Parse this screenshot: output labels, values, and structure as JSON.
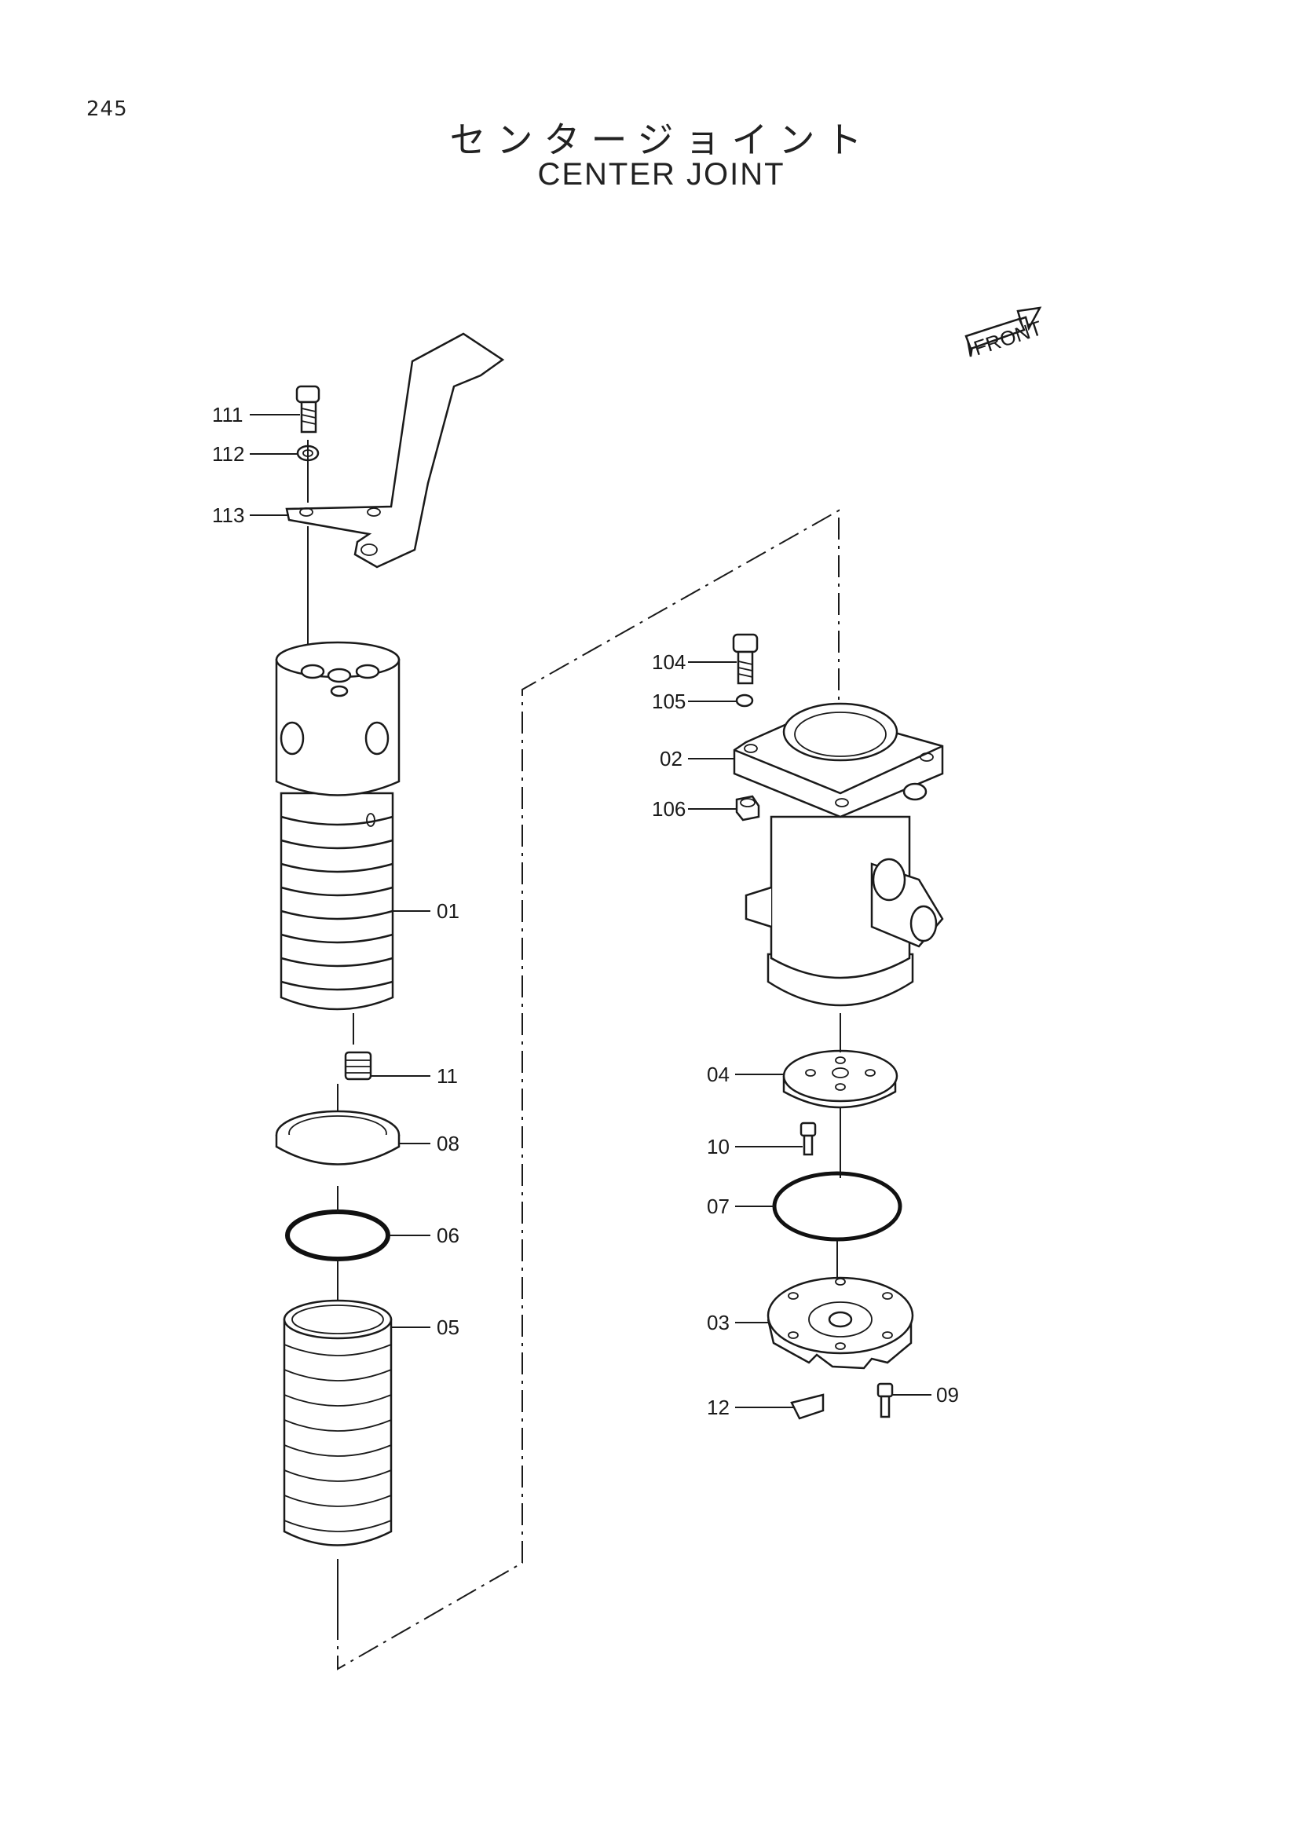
{
  "page_number": "245",
  "title_jp": "センタージョイント",
  "title_en": "CENTER JOINT",
  "front_label": "FRONT",
  "callouts": [
    "111",
    "112",
    "113",
    "01",
    "11",
    "08",
    "06",
    "05",
    "104",
    "105",
    "02",
    "106",
    "04",
    "10",
    "07",
    "03",
    "12",
    "09"
  ]
}
